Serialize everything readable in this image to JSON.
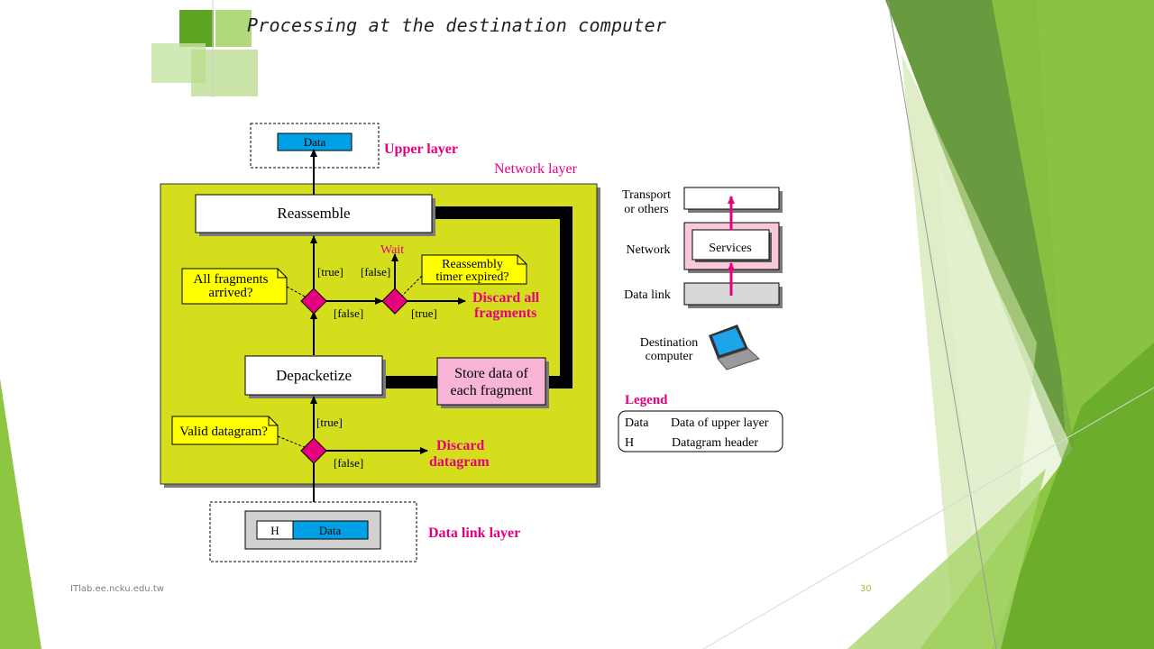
{
  "slide": {
    "title": "Processing at the destination computer",
    "footer_left": "ITlab.ee.ncku.edu.tw",
    "page_number": "30"
  },
  "diagram": {
    "upper_layer_data": "Data",
    "upper_layer_label": "Upper layer",
    "network_layer_label": "Network layer",
    "reassemble": "Reassemble",
    "depacketize": "Depacketize",
    "store_fragment": [
      "Store data of",
      "each fragment"
    ],
    "all_fragments_note": [
      "All fragments",
      "arrived?"
    ],
    "reassembly_timer_note": [
      "Reassembly",
      "timer expired?"
    ],
    "valid_datagram_note": "Valid datagram?",
    "wait": "Wait",
    "discard_all": [
      "Discard all",
      "fragments"
    ],
    "discard_datagram": [
      "Discard",
      "datagram"
    ],
    "guard_true": "[true]",
    "guard_false": "[false]",
    "frame_header": "H",
    "frame_data": "Data",
    "data_link_layer_label": "Data link layer"
  },
  "stack": {
    "transport": [
      "Transport",
      "or others"
    ],
    "network": "Network",
    "services": "Services",
    "data_link": "Data link",
    "destination": [
      "Destination",
      "computer"
    ]
  },
  "legend": {
    "title": "Legend",
    "rows": [
      {
        "key": "Data",
        "desc": "Data of upper layer"
      },
      {
        "key": "H",
        "desc": "Datagram header"
      }
    ]
  },
  "colors": {
    "accent_green": "#8dc641",
    "network_bg": "#d4de1c",
    "magenta": "#e5007e",
    "note_yellow": "#ffff00",
    "data_blue": "#00a0e6",
    "pink_box": "#f8b4d4"
  }
}
